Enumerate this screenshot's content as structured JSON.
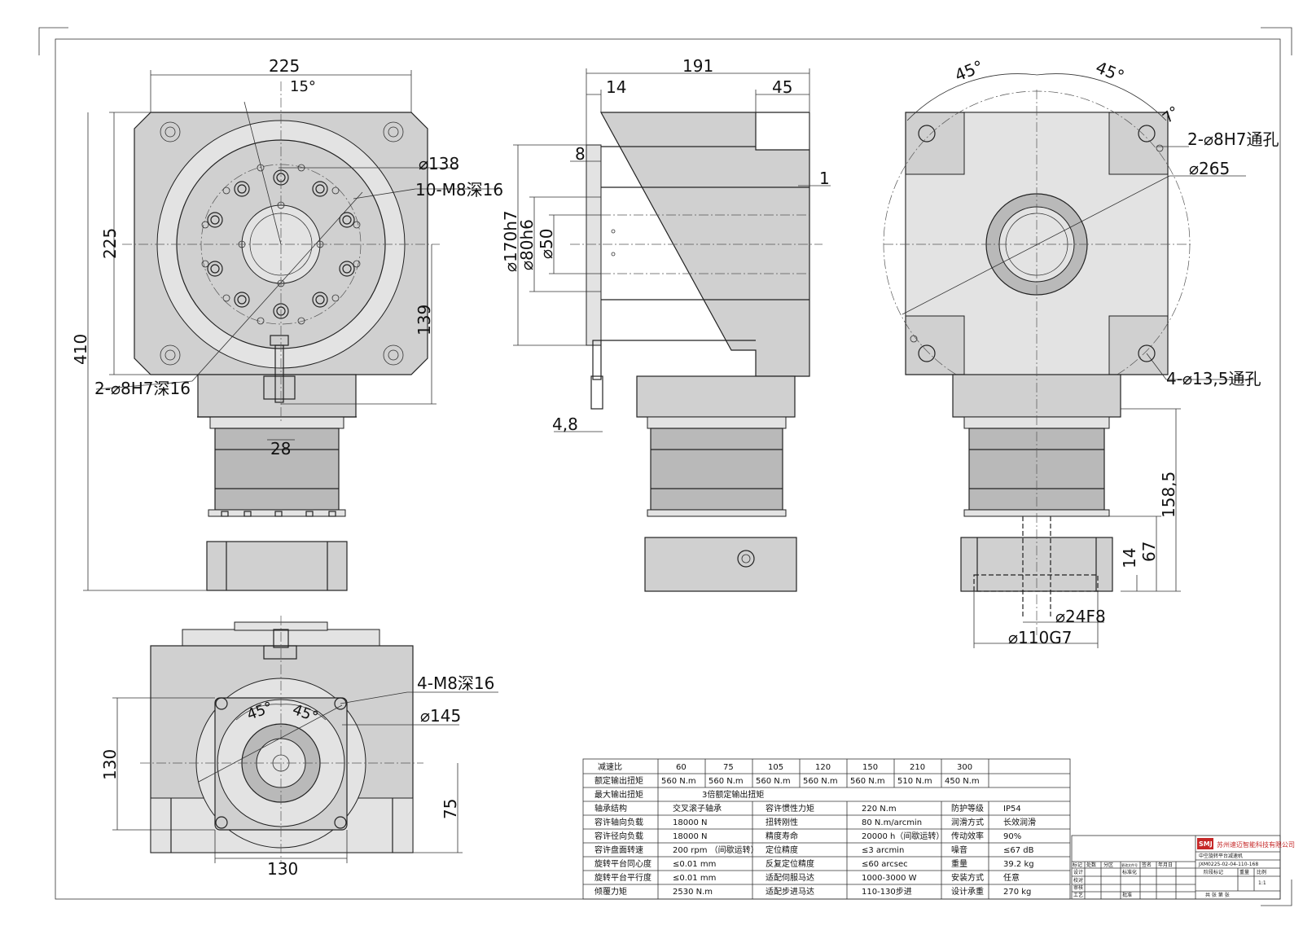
{
  "views": {
    "front": {
      "dims": [
        "225",
        "15°",
        "225",
        "410",
        "139",
        "28"
      ],
      "callouts": [
        "⌀138",
        "10-M8深16",
        "2-⌀8H7深16"
      ]
    },
    "side": {
      "dims": [
        "191",
        "14",
        "45",
        "8",
        "1",
        "4,8"
      ],
      "vertical": [
        "⌀170h7",
        "⌀80h6",
        "⌀50"
      ]
    },
    "rear": {
      "dims": [
        "45°",
        "45°",
        "7°",
        "158,5",
        "67",
        "14"
      ],
      "callouts": [
        "2-⌀8H7通孔",
        "⌀265",
        "4-⌀13,5通孔",
        "⌀24F8",
        "⌀110G7"
      ]
    },
    "bottom": {
      "dims": [
        "130",
        "130",
        "75",
        "45°",
        "45°"
      ],
      "callouts": [
        "4-M8深16",
        "⌀145"
      ]
    }
  },
  "spec_table": {
    "ratio_row": {
      "label": "减速比",
      "values": [
        "60",
        "75",
        "105",
        "120",
        "150",
        "210",
        "300"
      ]
    },
    "torque_row": {
      "label": "额定输出扭矩",
      "values": [
        "560 N.m",
        "560 N.m",
        "560 N.m",
        "560 N.m",
        "560 N.m",
        "510 N.m",
        "450 N.m"
      ]
    },
    "max_row": {
      "label": "最大输出扭矩",
      "value": "3倍额定输出扭矩"
    },
    "rows": [
      [
        "轴承结构",
        "交叉滚子轴承",
        "容许惯性力矩",
        "220 N.m",
        "防护等级",
        "IP54"
      ],
      [
        "容许轴向负载",
        "18000 N",
        "扭转刚性",
        "80 N.m/arcmin",
        "润滑方式",
        "长效润滑"
      ],
      [
        "容许径向负载",
        "18000 N",
        "精度寿命",
        "20000 h（间歇运转）",
        "传动效率",
        "90%"
      ],
      [
        "容许盘面转速",
        "200 rpm （间歇运转）",
        "定位精度",
        "≤3 arcmin",
        "噪音",
        "≤67 dB"
      ],
      [
        "旋转平台同心度",
        "≤0.01 mm",
        "反复定位精度",
        "≤60 arcsec",
        "重量",
        "39.2 kg"
      ],
      [
        "旋转平台平行度",
        "≤0.01 mm",
        "适配伺服马达",
        "1000-3000 W",
        "安装方式",
        "任意"
      ],
      [
        "倾覆力矩",
        "2530 N.m",
        "适配步进马达",
        "110-130步进",
        "设计承重",
        "270 kg"
      ]
    ]
  },
  "title_block": {
    "logo": "SMJ",
    "company": "苏州速迈智能科技有限公司",
    "product": "中空旋转平台减速机",
    "drawing_no": "JXM0225-02-04-110-168",
    "scale_header": [
      "阶段标记",
      "重量",
      "比例"
    ],
    "scale": "1:1",
    "rev_header": [
      "标记",
      "处数",
      "分区",
      "更改文件号",
      "签名",
      "年月日"
    ],
    "roles": [
      "设计",
      "校对",
      "审核",
      "工艺"
    ],
    "std": "标准化",
    "approve": "批准",
    "sheet": "共 张 第 张"
  }
}
